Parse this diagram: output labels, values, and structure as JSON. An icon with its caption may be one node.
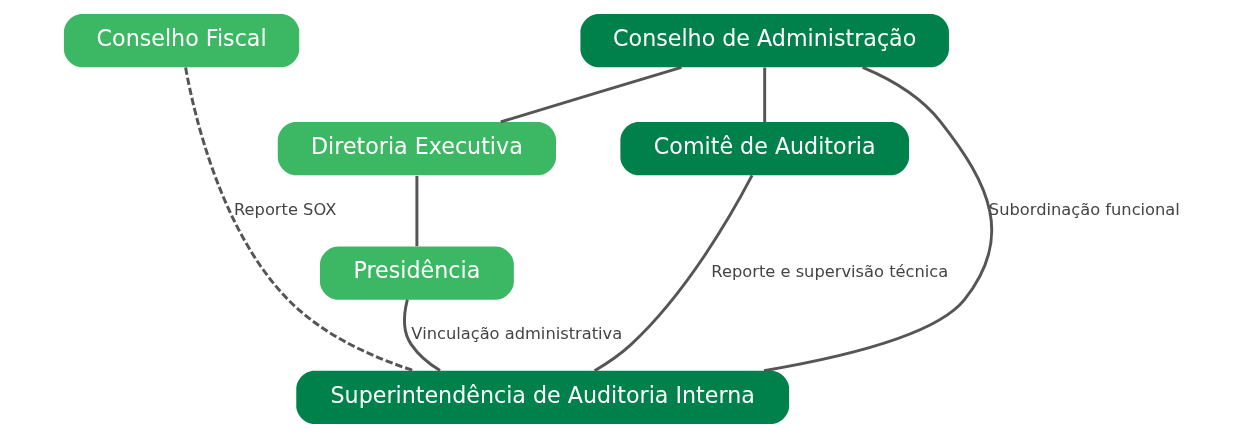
{
  "diagram": {
    "nodes": [
      {
        "text": [
          "Conselho Fiscal"
        ]
      },
      {
        "text": [
          "Conselho de Administração"
        ]
      },
      {
        "text": [
          "Diretoria Executiva"
        ]
      },
      {
        "text": [
          "Presidência"
        ]
      },
      {
        "text": [
          "Comitê de Auditoria"
        ]
      },
      {
        "text": [
          "Superintendência de Auditoria Interna"
        ]
      }
    ],
    "edges": [
      {
        "from": 1,
        "to": 2,
        "arrow": "none"
      },
      {
        "from": 2,
        "to": 3,
        "arrow": "none"
      },
      {
        "from": 1,
        "to": 4,
        "arrow": "none"
      },
      {
        "from": 1,
        "to": 5,
        "arrow": "none",
        "label": "Subordinação funcional"
      },
      {
        "from": 4,
        "to": 5,
        "arrow": "none",
        "label": "Reporte e supervisão técnica"
      },
      {
        "from": 0,
        "to": 5,
        "arrow": "none",
        "style": "dashed",
        "label": "Reporte SOX"
      },
      {
        "from": 3,
        "to": 5,
        "arrow": "none",
        "label": "Vinculação administrativa"
      }
    ]
  }
}
